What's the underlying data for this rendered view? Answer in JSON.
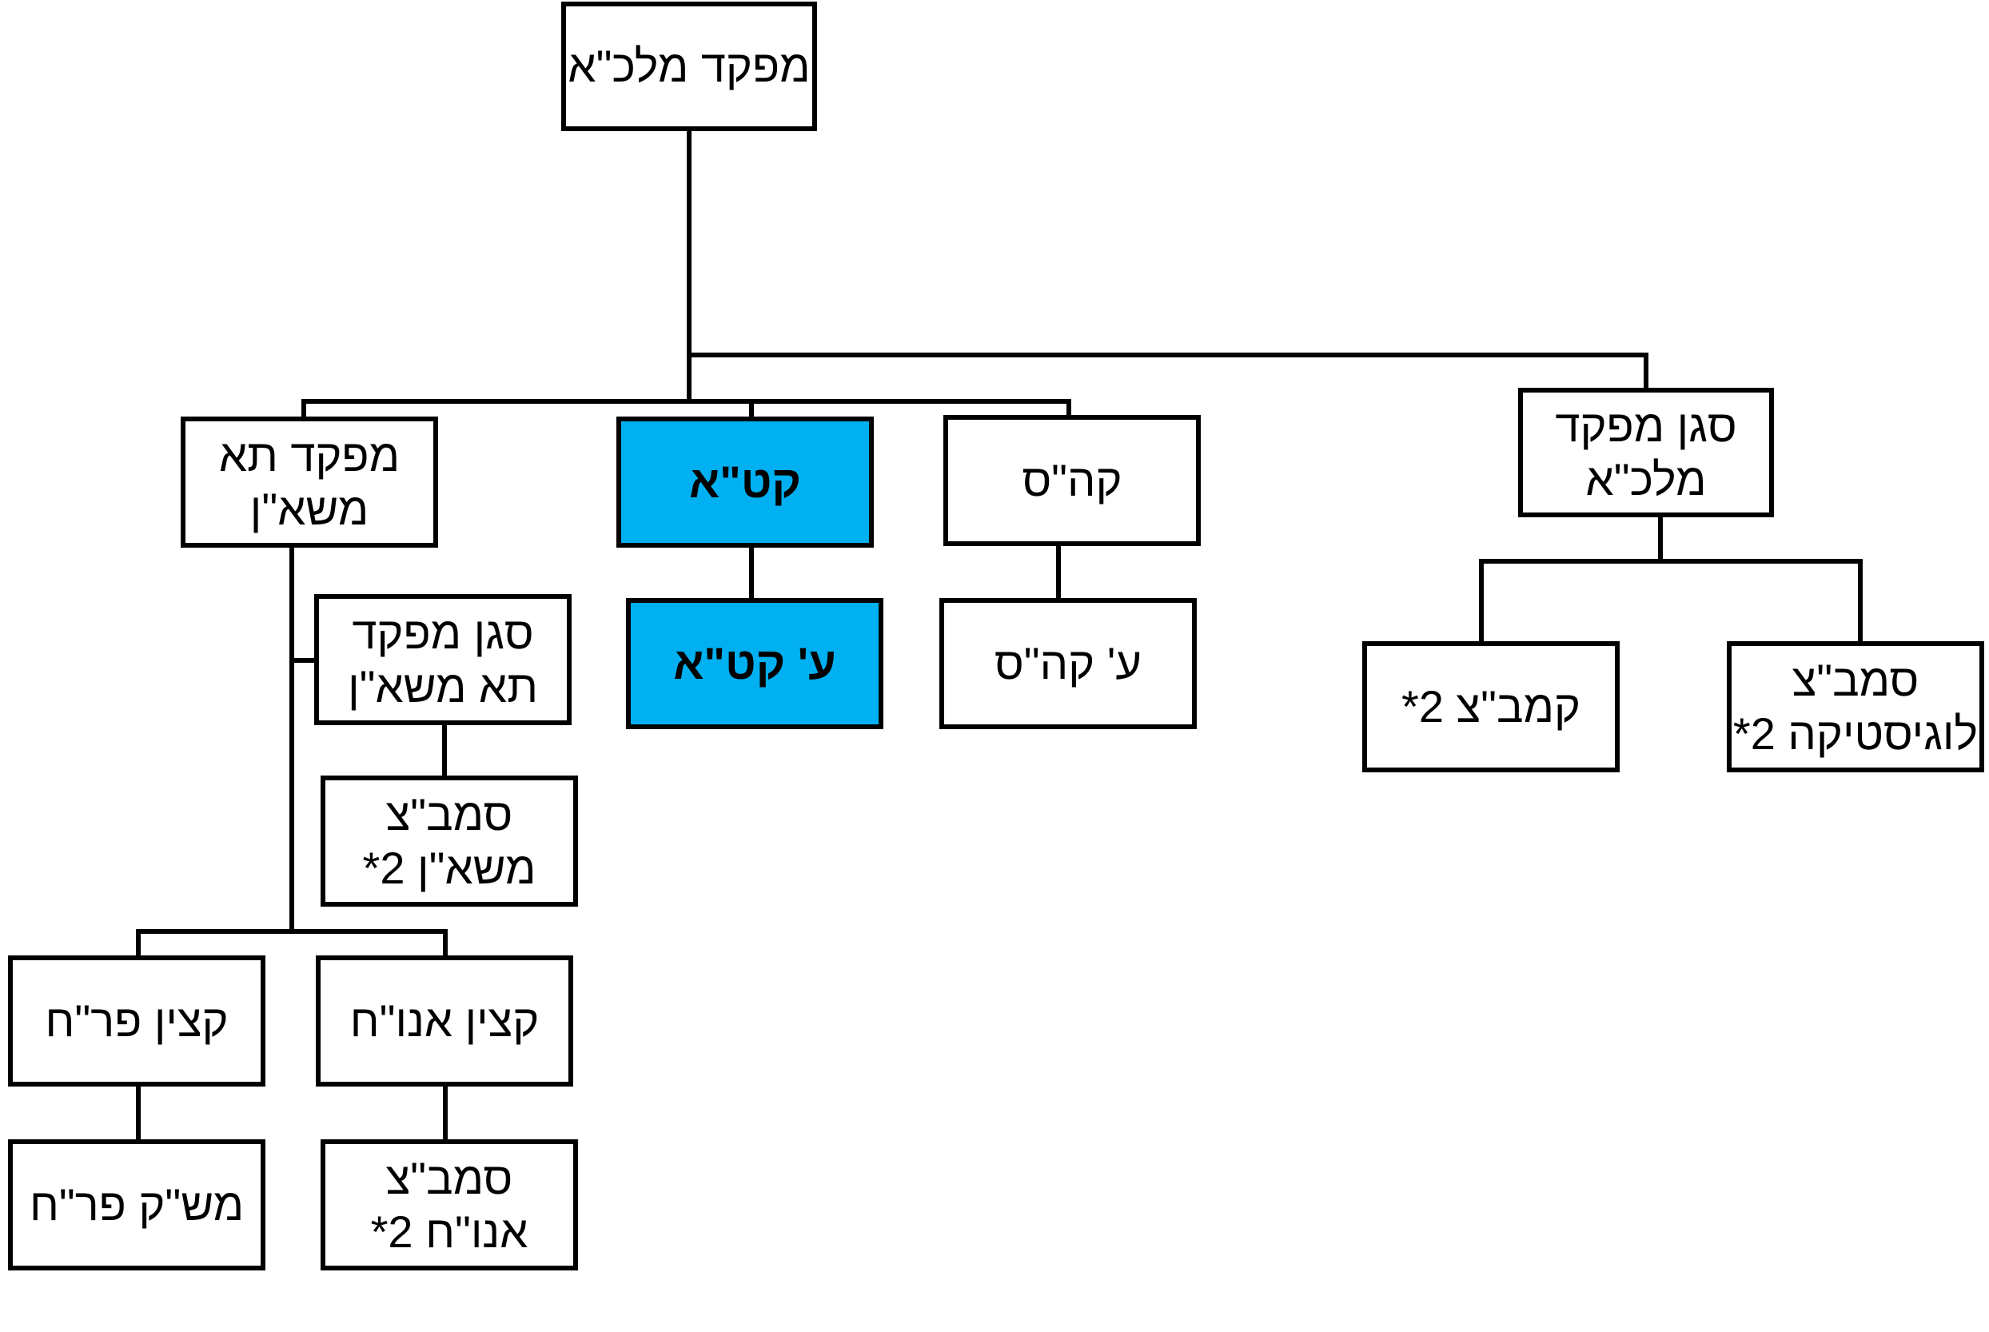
{
  "highlight_color": "#00b0f0",
  "line_color": "#000000",
  "nodes": {
    "commander": "מפקד מלכ\"א",
    "deputy_commander": "סגן מפקד\nמלכ\"א",
    "katash": "קט\"א",
    "katash_assistant": "ע' קט\"א",
    "kahas": "קה\"ס",
    "kahas_assistant": "ע' קה\"ס",
    "cell_commander": "מפקד תא\nמשא\"ן",
    "cell_deputy": "סגן מפקד\nתא משא\"ן",
    "nco_hr": "סמב\"צ\nמשא\"ן 2*",
    "officer_pr": "קצין פר\"ח",
    "officer_anu": "קצין אנו\"ח",
    "nco_pr": "מש\"ק פר\"ח",
    "nco_anu": "סמב\"צ\nאנו\"ח 2*",
    "kambatz": "קמב\"צ 2*",
    "nco_logistics": "סמב\"צ\nלוגיסטיקה 2*"
  }
}
